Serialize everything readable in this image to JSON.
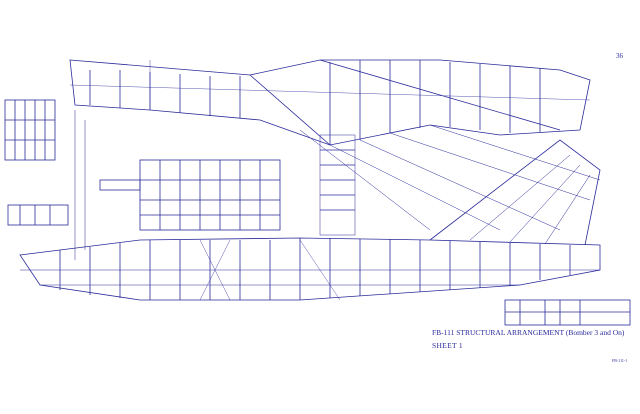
{
  "page_number": "36",
  "title": "FB-111  STRUCTURAL  ARRANGEMENT  (Bomber 3 and On)",
  "sheet": "SHEET 1",
  "figure_code": "FB-111-1",
  "colors": {
    "ink": "#2b2b9a",
    "paper": "#ffffff"
  }
}
